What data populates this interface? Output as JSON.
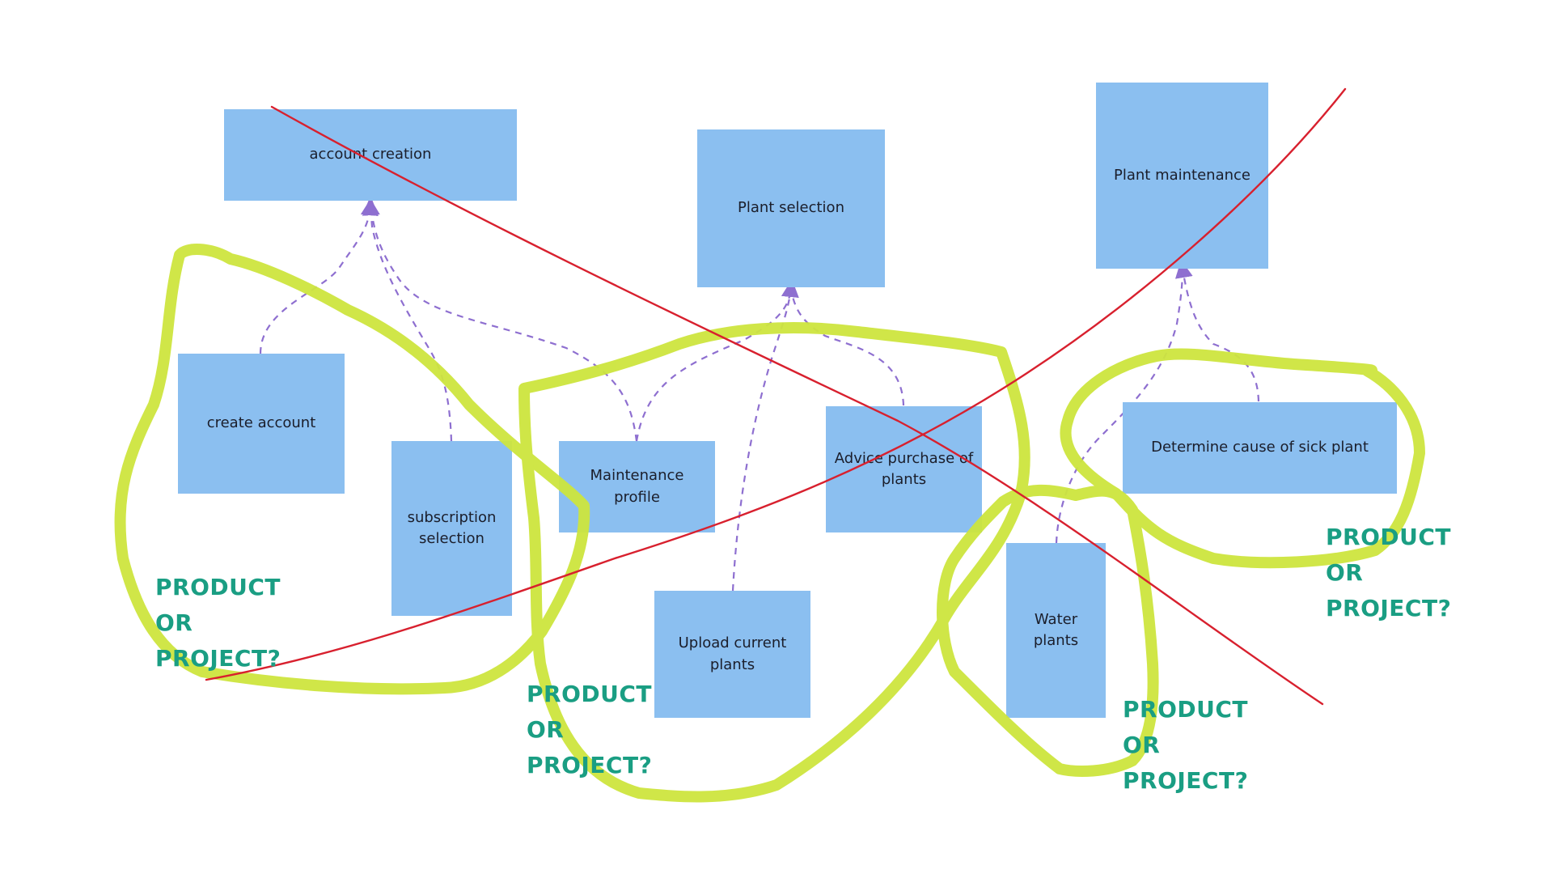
{
  "nodes": {
    "account_creation": "account creation",
    "plant_selection": "Plant selection",
    "plant_maintenance": "Plant maintenance",
    "create_account": "create account",
    "subscription_selection": "subscription selection",
    "maintenance_profile": "Maintenance profile",
    "advice_purchase": "Advice purchase of plants",
    "upload_current_plants": "Upload current plants",
    "determine_cause": "Determine cause of sick plant",
    "water_plants": "Water plants"
  },
  "groups": [
    {
      "line1": "PRODUCT",
      "line2": "OR",
      "line3": "PROJECT?"
    },
    {
      "line1": "PRODUCT",
      "line2": "OR",
      "line3": "PROJECT?"
    },
    {
      "line1": "PRODUCT",
      "line2": "OR",
      "line3": "PROJECT?"
    },
    {
      "line1": "PRODUCT",
      "line2": "OR",
      "line3": "PROJECT?"
    }
  ],
  "colors": {
    "node_fill": "#8bbff0",
    "connector": "#8e6fd0",
    "highlight": "#cde53e",
    "cross_out": "#d8202e",
    "label": "#1a9e83"
  }
}
